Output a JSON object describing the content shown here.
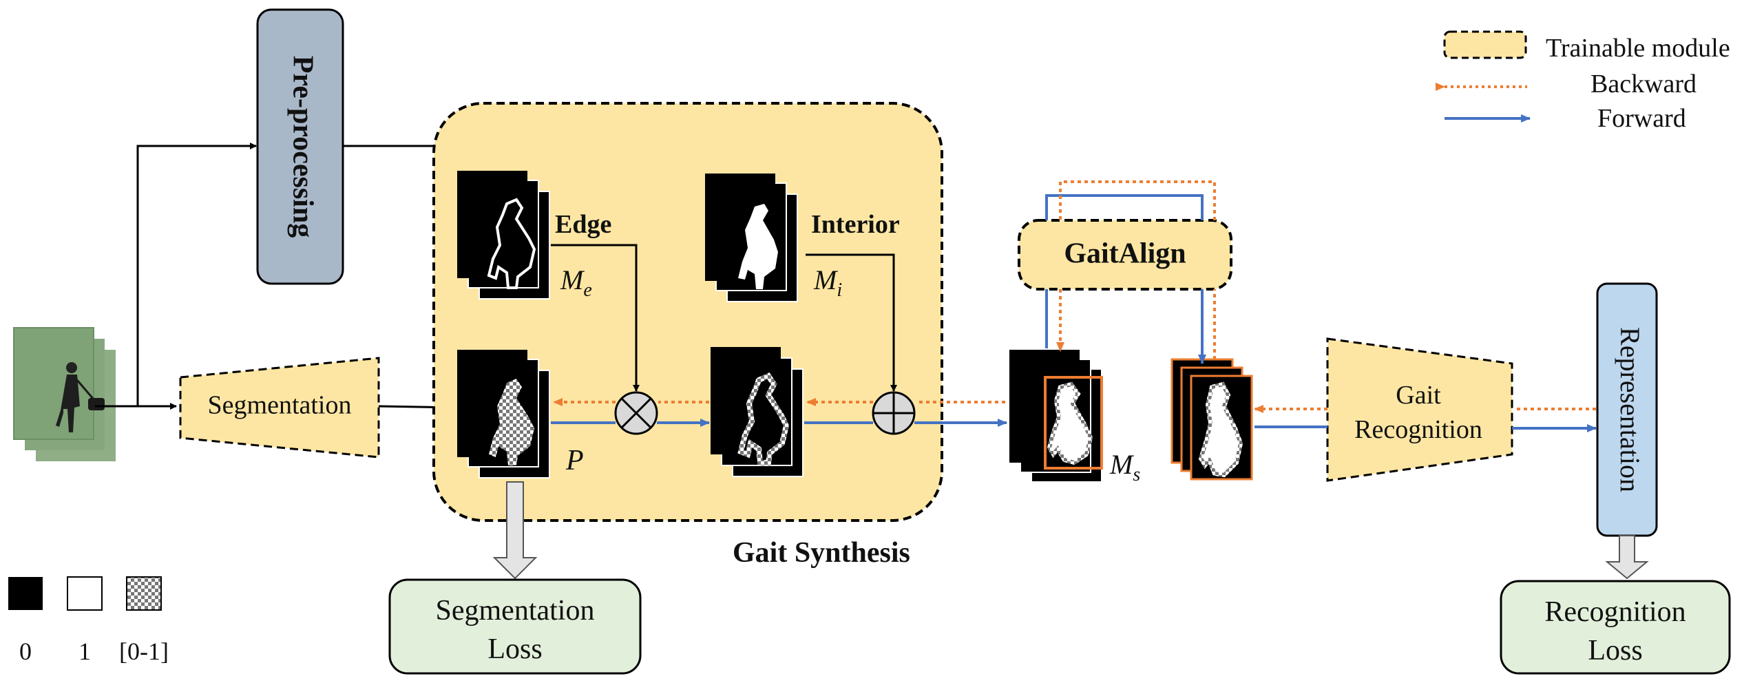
{
  "legend": {
    "trainable": "Trainable module",
    "backward": "Backward",
    "forward": "Forward"
  },
  "modules": {
    "preprocessing": "Pre-processing",
    "segmentation": "Segmentation",
    "gait_synthesis": "Gait Synthesis",
    "gaitalign": "GaitAlign",
    "gait_recognition_line1": "Gait",
    "gait_recognition_line2": "Recognition",
    "representation": "Representation"
  },
  "maps": {
    "edge": "Edge",
    "interior": "Interior",
    "me_main": "M",
    "me_sub": "e",
    "mi_main": "M",
    "mi_sub": "i",
    "ms_main": "M",
    "ms_sub": "s",
    "p": "P"
  },
  "losses": {
    "seg_line1": "Segmentation",
    "seg_line2": "Loss",
    "rec_line1": "Recognition",
    "rec_line2": "Loss"
  },
  "value_key": {
    "black": "0",
    "white": "1",
    "mixed": "[0-1]"
  },
  "colors": {
    "trainable_fill": "#fde6a3",
    "preprocessing_fill": "#a9b8c9",
    "representation_fill": "#bdd7ee",
    "loss_fill": "#e2efda",
    "forward": "#4472c4",
    "backward": "#ed7d31"
  }
}
